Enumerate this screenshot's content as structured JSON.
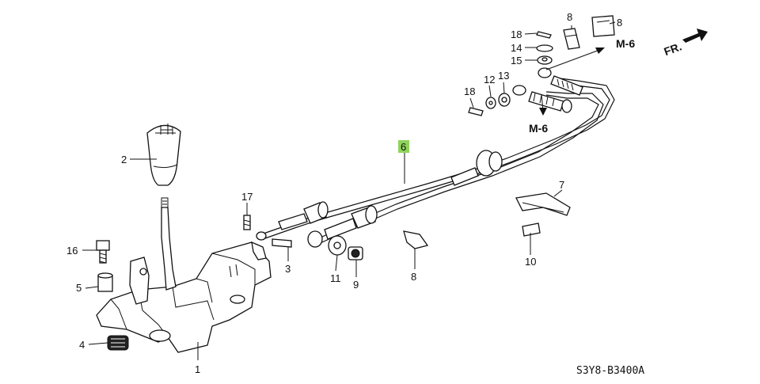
{
  "diagram": {
    "callouts": [
      {
        "id": "c1",
        "text": "1"
      },
      {
        "id": "c2",
        "text": "2"
      },
      {
        "id": "c3",
        "text": "3"
      },
      {
        "id": "c4",
        "text": "4"
      },
      {
        "id": "c5",
        "text": "5"
      },
      {
        "id": "c6",
        "text": "6",
        "highlight": "#8fd45a"
      },
      {
        "id": "c7",
        "text": "7"
      },
      {
        "id": "c8a",
        "text": "8"
      },
      {
        "id": "c8b",
        "text": "8"
      },
      {
        "id": "c8c",
        "text": "8"
      },
      {
        "id": "c9",
        "text": "9"
      },
      {
        "id": "c10",
        "text": "10"
      },
      {
        "id": "c11",
        "text": "11"
      },
      {
        "id": "c12",
        "text": "12"
      },
      {
        "id": "c13",
        "text": "13"
      },
      {
        "id": "c14",
        "text": "14"
      },
      {
        "id": "c15",
        "text": "15"
      },
      {
        "id": "c16",
        "text": "16"
      },
      {
        "id": "c17",
        "text": "17"
      },
      {
        "id": "c18a",
        "text": "18"
      },
      {
        "id": "c18b",
        "text": "18"
      }
    ],
    "ref_labels": {
      "m6_top": "M-6",
      "m6_mid": "M-6",
      "front": "FR."
    },
    "diagram_code": "S3Y8-B3400A",
    "colors": {
      "line": "#111111",
      "highlight": "#8fd45a",
      "background": "#ffffff"
    }
  }
}
